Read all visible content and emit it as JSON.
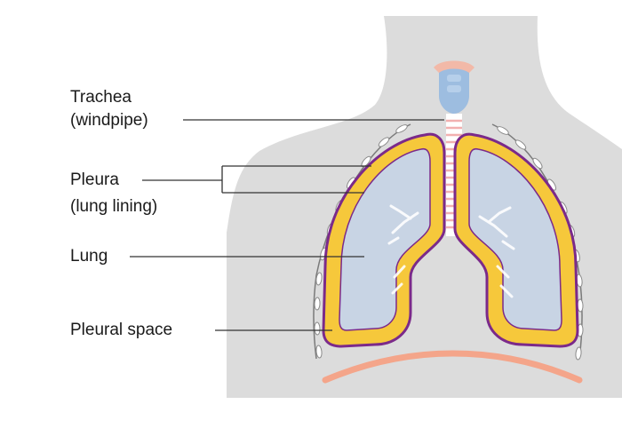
{
  "labels": {
    "trachea": {
      "line1": "Trachea",
      "line2": "(windpipe)"
    },
    "pleura": {
      "line1": "Pleura",
      "line2": "(lung lining)"
    },
    "lung": "Lung",
    "pleural_space": "Pleural space"
  },
  "colors": {
    "body_silhouette": "#dcdcdc",
    "pleura_outer": "#7b2a8a",
    "pleural_space": "#f6c83b",
    "lung_fill": "#c8d4e4",
    "diaphragm": "#f4a58a",
    "head_blue": "#9dbde0",
    "leader_line": "#333333"
  }
}
